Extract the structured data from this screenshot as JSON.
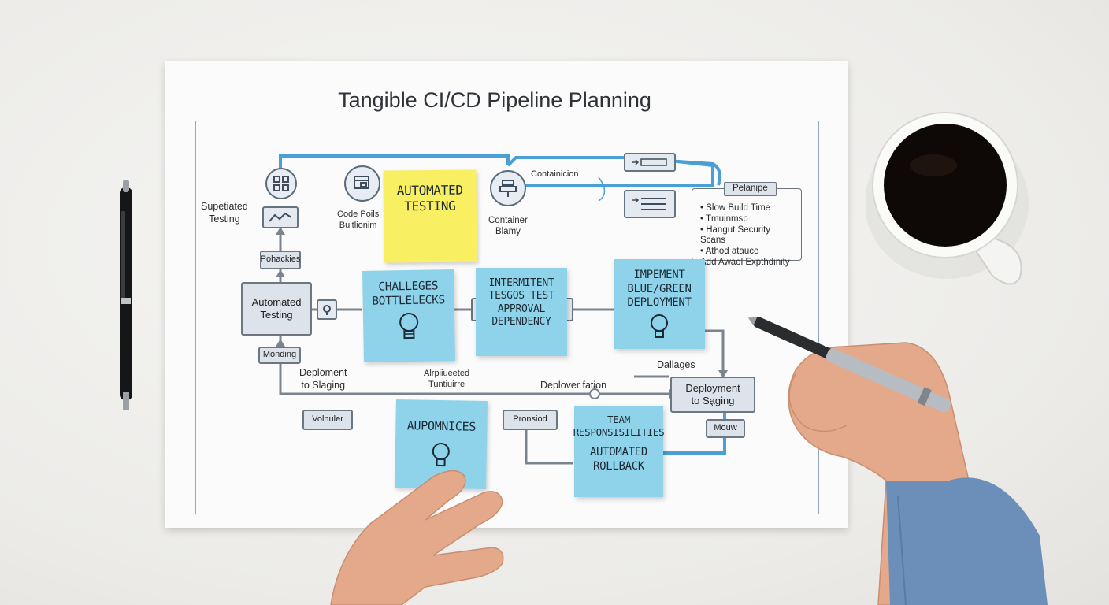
{
  "title": "Tangible CI/CD Pipeline Planning",
  "icons": {
    "grid": "grid-icon",
    "build": "build-icon",
    "container": "container-icon",
    "lightbulb": "lightbulb-icon",
    "chart": "chart-icon"
  },
  "labels": {
    "supervised_testing": "Supetiated\nTesting",
    "code_build": "Code Poils\nBuitlionim",
    "container_run": "Container\nBlamy",
    "containerization": "Containicion",
    "deployment_staging_left": "Deploment\nto Slaging",
    "automated_tuning": "Alrpiiueeted\nTuntiuirre",
    "deployer_station": "Deplover fation",
    "dallages": "Dallages"
  },
  "boxes": {
    "pohackies": "Pohackies",
    "automated_testing": "Automated\nTesting",
    "monding": "Monding",
    "volnuler": "Volnuler",
    "pronsiod": "Pronsiod",
    "deployment_staging": "Deployment\nto Sa̧ging",
    "mouw": "Mouw"
  },
  "legend": {
    "header": "Pelanipe",
    "items": [
      "Slow Build Time",
      "Tmuinmsp",
      "Hangut Security Scans",
      "Athod atauce",
      "Add Awaol Expthdinity"
    ]
  },
  "notes": {
    "automated_testing": "Automated\nTesting",
    "challenges": "Challeges\nBottlelecks",
    "intermittent": "Intermitent\nTesgos Test\nApproval\nDependency",
    "implement": "Impement\nBlue/Green\nDeployment",
    "appomnices": "Aupomnices",
    "team": "Team\nResponsisilities",
    "rollback": "Automated\nRollback"
  },
  "colors": {
    "flow_blue": "#4a9fd4",
    "flow_gray": "#7b848d",
    "note_blue": "#8fd3ea",
    "note_yellow": "#f9ef63"
  }
}
